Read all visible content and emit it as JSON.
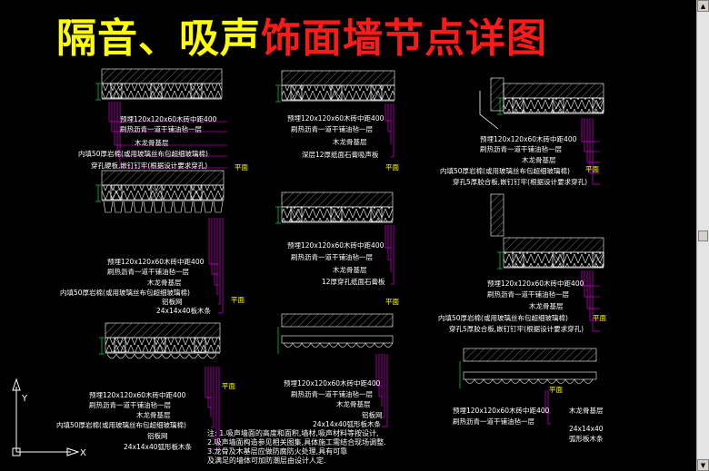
{
  "title": {
    "part1": "隔音、吸声",
    "part2": "饰面墙节点详图"
  },
  "colors": {
    "background": "#000000",
    "title_yellow": "#ffff00",
    "title_red": "#ff1a1a",
    "leader": "#ff00ff",
    "hatch": "#ffffff",
    "dimension": "#00ff66",
    "plan_label": "#ffff00"
  },
  "plan_label": "平面",
  "details": {
    "d1": [
      "预埋120x120x60木砖中距400",
      "刷热沥青一道干铺油毡一层",
      "木龙骨基层",
      "内填50厚岩棉(或用玻璃丝布包超细玻璃棉)",
      "穿孔硬板,嵌钉钉牢(根据设计要求穿孔)"
    ],
    "d2": [
      "预埋120x120x60木砖中距400",
      "刷热沥青一道干铺油毡一层",
      "木龙骨基层",
      "深层12厚纸面石膏吸声板"
    ],
    "d3": [
      "预埋120x120x60木砖中距400",
      "刷热沥青一道干铺油毡一层",
      "木龙骨基层",
      "内填50厚岩棉(或用玻璃丝布包超细玻璃棉)",
      "穿孔5厚胶合板,嵌钉钉牢(根据设计要求穿孔)"
    ],
    "d4": [
      "预埋120x120x60木砖中距400",
      "刷热沥青一道干铺油毡一层",
      "木龙骨基层",
      "内填50厚岩棉(或用玻璃丝布包超细玻璃棉)",
      "铝板网",
      "24x14x40板木条"
    ],
    "d5": [
      "预埋120x120x60木砖中距400",
      "刷热沥青一道干铺油毡一层",
      "木龙骨基层",
      "12厚穿孔纸面石膏板"
    ],
    "d6": [
      "预埋120x120x60木砖中距400",
      "刷热沥青一道干铺油毡一层",
      "木龙骨基层",
      "内填50厚岩棉(或用玻璃丝布包超细玻璃棉)",
      "穿孔5厚胶合板,嵌钉钉牢(根据设计要求穿孔)"
    ],
    "d7": [
      "预埋120x120x60木砖中距400",
      "刷热沥青一道干铺油毡一层",
      "木龙骨基层",
      "内填50厚岩棉(或用玻璃丝布包超细玻璃棉)",
      "铝板网",
      "24x14x40弧形板木条"
    ],
    "d8": [
      "预埋120x120x60木砖中距400",
      "刷热沥青一道干铺油毡一层",
      "木龙骨基层",
      "铝板网",
      "24x14x40弧形板木条"
    ],
    "d9": [
      "预埋120x120x60木砖中距400",
      "刷热沥青一道干铺油毡一层",
      "木龙骨基层",
      "24x14x40",
      "弧形板木条"
    ]
  },
  "notes": [
    "注: 1.吸声墙面的高度和面积,墙材,吸声材料等按设计,",
    "       2.吸声墙面构造参见相关图集,具体施工需结合现场调整.",
    "       3.龙骨及木基层应做防腐防火处理,具有可靠",
    "       及满足的墙体可加防潮层由设计人定."
  ],
  "ucs": {
    "x_label": "X",
    "y_label": "Y"
  }
}
